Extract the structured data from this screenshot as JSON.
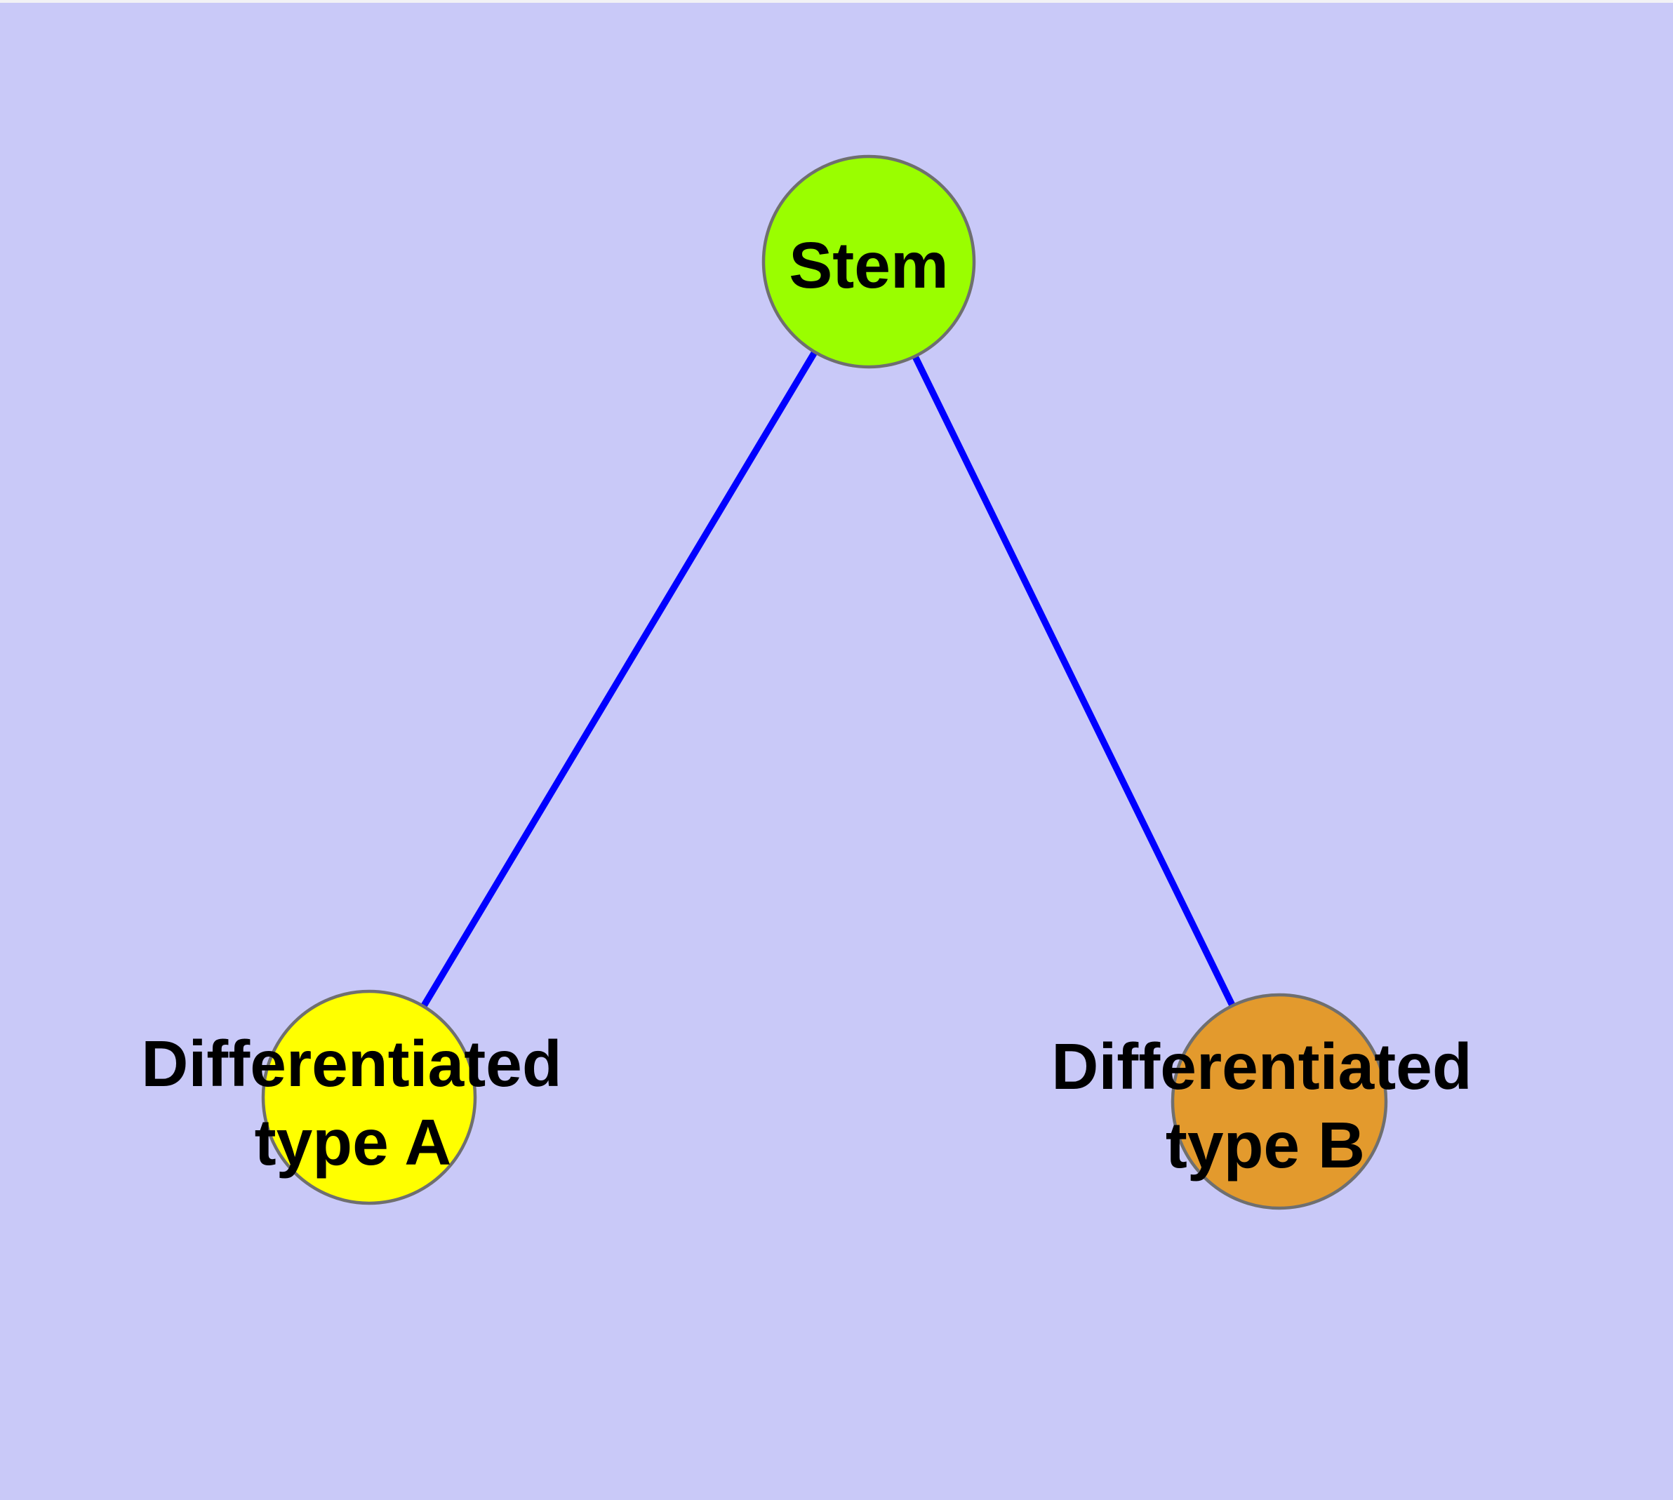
{
  "diagram": {
    "background_color": "#c9c9f8",
    "node_border_color": "#6f6f6f",
    "edge_color": "#0000ff",
    "label_color": "#000000",
    "nodes": [
      {
        "id": "stem",
        "label": "Stem",
        "lines": [
          "Stem"
        ],
        "color": "#9afe00"
      },
      {
        "id": "differentiated-type-a",
        "label": "Differentiated type A",
        "lines": [
          "Differentiated",
          "type A"
        ],
        "color": "#ffff00"
      },
      {
        "id": "differentiated-type-b",
        "label": "Differentiated type B",
        "lines": [
          "Differentiated",
          "type B"
        ],
        "color": "#e39a2d"
      }
    ],
    "edges": [
      {
        "from": "Stem",
        "to": "Differentiated type A"
      },
      {
        "from": "Stem",
        "to": "Differentiated type B"
      }
    ]
  }
}
